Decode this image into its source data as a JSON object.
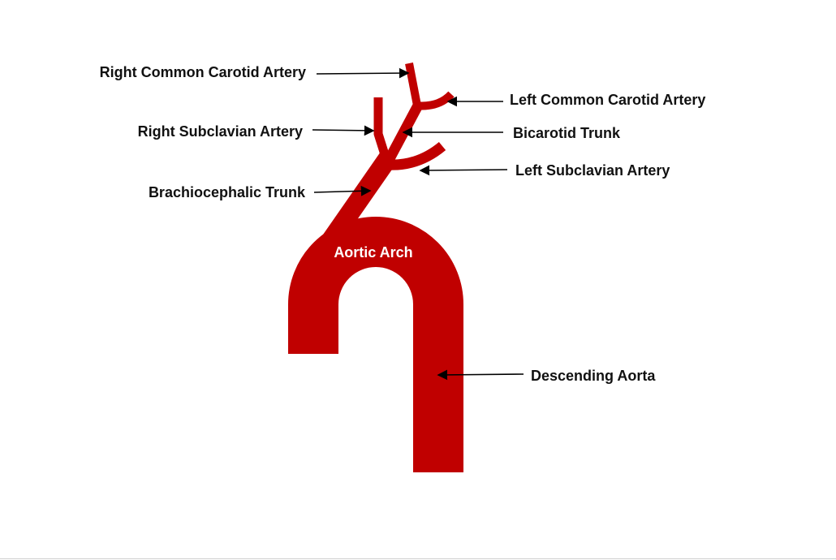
{
  "colors": {
    "vessel": "#c00000",
    "text": "#111111",
    "inner_text": "#ffffff",
    "pointer": "#000000"
  },
  "labels": {
    "right_common_carotid": "Right Common Carotid Artery",
    "left_common_carotid": "Left Common Carotid Artery",
    "right_subclavian": "Right Subclavian Artery",
    "bicarotid_trunk": "Bicarotid Trunk",
    "left_subclavian": "Left Subclavian Artery",
    "brachiocephalic_trunk": "Brachiocephalic Trunk",
    "aortic_arch": "Aortic Arch",
    "descending_aorta": "Descending Aorta"
  }
}
